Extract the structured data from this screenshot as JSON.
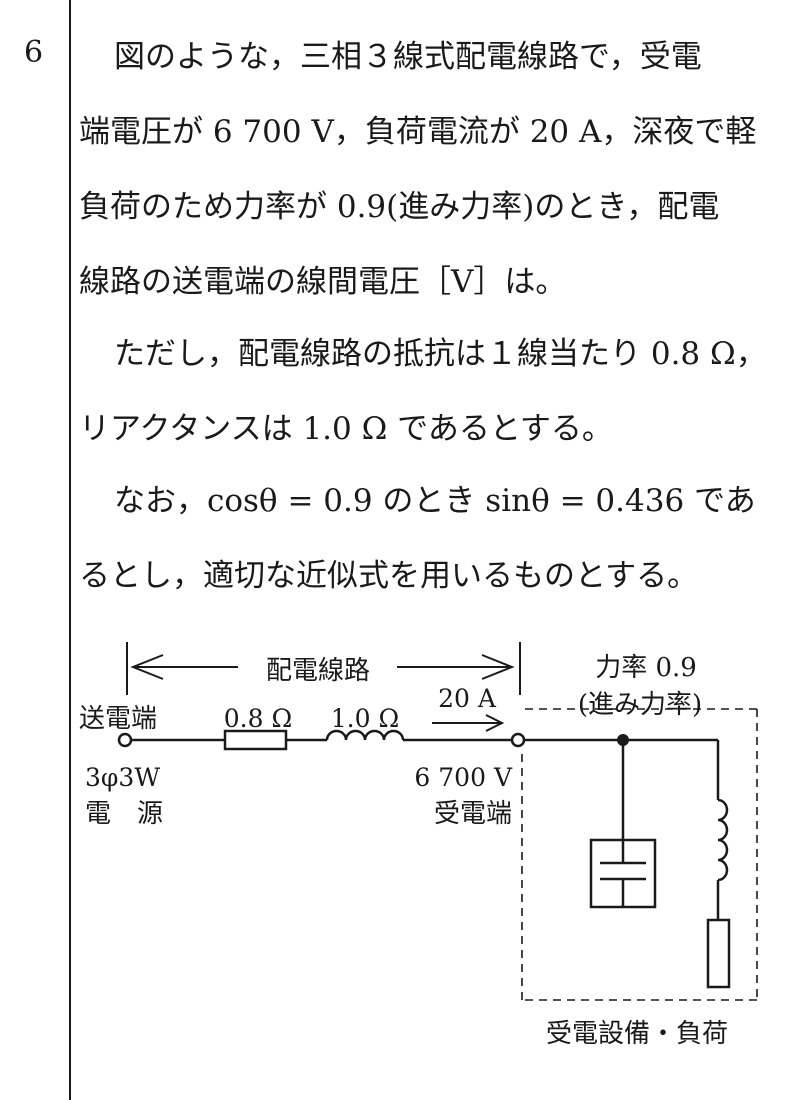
{
  "question": {
    "number": "6",
    "lines": [
      "図のような，三相３線式配電線路で，受電",
      "端電圧が 6 700 V，負荷電流が 20 A，深夜で軽",
      "負荷のため力率が 0.9(進み力率)のとき，配電",
      "線路の送電端の線間電圧［V］は。",
      "ただし，配電線路の抵抗は１線当たり 0.8 Ω，",
      "リアクタンスは 1.0 Ω であるとする。",
      "なお，cosθ = 0.9 のとき sinθ = 0.436 であ",
      "るとし，適切な近似式を用いるものとする。"
    ]
  },
  "diagram": {
    "line_span_label": "配電線路",
    "power_factor_label": "力率 0.9",
    "power_factor_note": "(進み力率)",
    "sending_end_label": "送電端",
    "source_type_label": "3φ3W",
    "source_label": "電　源",
    "resistance_label": "0.8 Ω",
    "reactance_label": "1.0 Ω",
    "current_label": "20 A",
    "receiving_voltage_label": "6 700 V",
    "receiving_end_label": "受電端",
    "load_box_label": "受電設備・負荷"
  }
}
